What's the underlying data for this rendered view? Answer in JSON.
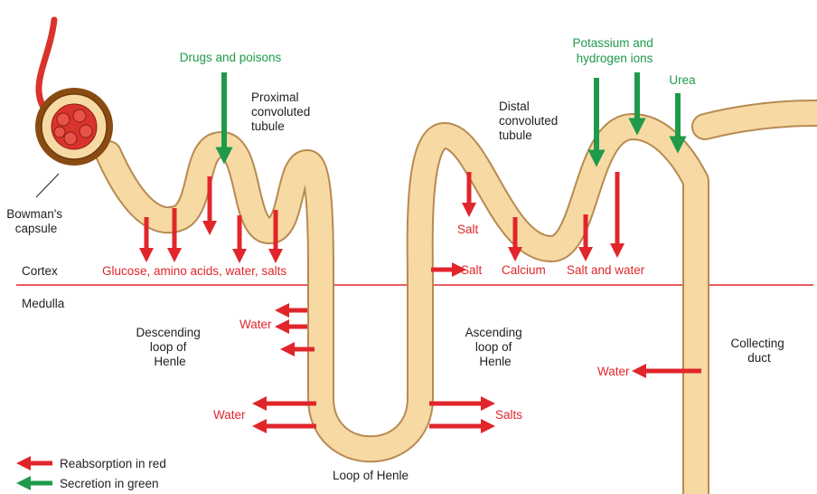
{
  "colors": {
    "tubule_fill": "#f7d9a4",
    "tubule_edge": "#b88a52",
    "reabsorption_red": "#e0262b",
    "secretion_green": "#1f9a4a",
    "capsule_brown": "#8a4b12",
    "zone_line": "#e0262b"
  },
  "zones": {
    "cortex": "Cortex",
    "medulla": "Medulla"
  },
  "structures": {
    "bowmans_capsule": [
      "Bowman's",
      "capsule"
    ],
    "proximal_tubule": [
      "Proximal",
      "convoluted",
      "tubule"
    ],
    "distal_tubule": [
      "Distal",
      "convoluted",
      "tubule"
    ],
    "descending_loop": [
      "Descending",
      "loop of",
      "Henle"
    ],
    "ascending_loop": [
      "Ascending",
      "loop of",
      "Henle"
    ],
    "collecting_duct": [
      "Collecting",
      "duct"
    ],
    "loop_of_henle": "Loop of Henle"
  },
  "secretion_labels": {
    "drugs_and_poisons": "Drugs and poisons",
    "potassium_hydrogen": [
      "Potassium and",
      "hydrogen ions"
    ],
    "urea": "Urea"
  },
  "reabsorption_labels": {
    "proximal": "Glucose, amino acids, water, salts",
    "salt_ascending_1": "Salt",
    "salt_ascending_2": "Salt",
    "calcium": "Calcium",
    "salt_and_water": "Salt and water",
    "water_descending_upper": "Water",
    "water_descending_lower": "Water",
    "salts_ascending": "Salts",
    "water_collecting": "Water"
  },
  "legend": {
    "reabsorption": "Reabsorption in red",
    "secretion": "Secretion in green"
  }
}
